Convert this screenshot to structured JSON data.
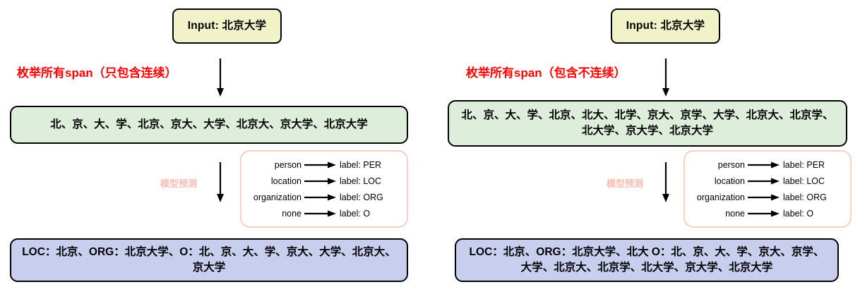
{
  "figure": {
    "kind": "ner-span-enumeration-diagram",
    "background_color": "#FFFFFF",
    "colors": {
      "input_box_fill": "#F2F2C8",
      "span_box_fill": "#DDEEDB",
      "output_box_fill": "#C8CEEE",
      "legend_border": "#F9CFC6",
      "annotation_red": "#FF0000",
      "annotation_pink": "#F7BDB1",
      "outline": "#000000"
    }
  },
  "legend_shared": {
    "rows": [
      {
        "source": "person",
        "arrow": "right-arrow-icon",
        "target": "label: PER"
      },
      {
        "source": "location",
        "arrow": "right-arrow-icon",
        "target": "label: LOC"
      },
      {
        "source": "organization",
        "arrow": "right-arrow-icon",
        "target": "label: ORG"
      },
      {
        "source": "none",
        "arrow": "right-arrow-icon",
        "target": "label: O"
      }
    ]
  },
  "panels": {
    "left": {
      "input": "Input: 北京大学",
      "enumerate_annotation": "枚举所有span（只包含连续）",
      "spans": "北、京、大、学、北京、京大、大学、北京大、京大学、北京大学",
      "predict_annotation": "模型预测",
      "output": "LOC：北京、ORG：北京大学、O：北、京、大、学、京大、大学、北京大、京大学"
    },
    "right": {
      "input": "Input: 北京大学",
      "enumerate_annotation": "枚举所有span（包含不连续）",
      "spans": "北、京、大、学、北京、北大、北学、京大、京学、大学、北京大、北京学、北大学、京大学、北京大学",
      "predict_annotation": "模型预测",
      "output": "LOC：北京、ORG：北京大学、北大 O：北、京、大、学、京大、京学、大学、北京大、北京学、北大学、京大学、北京大学"
    }
  }
}
